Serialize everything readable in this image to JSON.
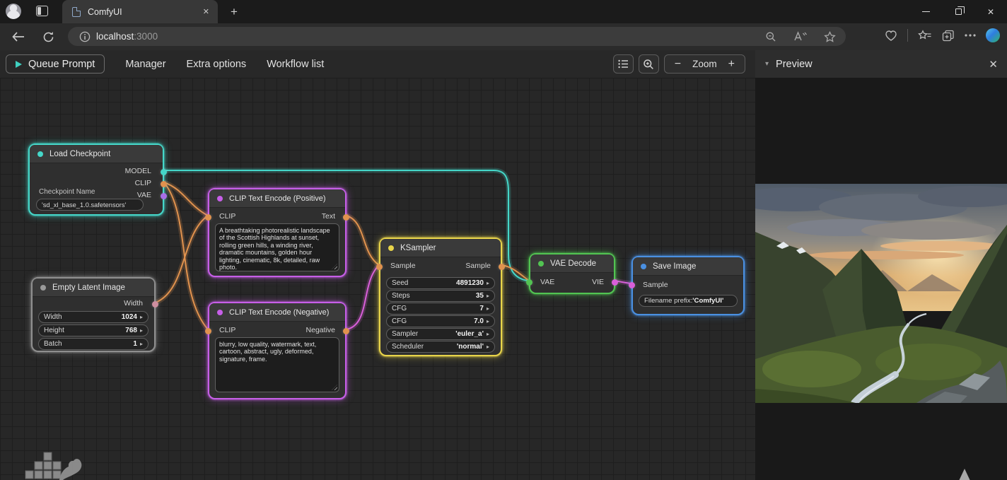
{
  "browser": {
    "tab": {
      "title": "ComfyUI"
    },
    "address": {
      "host": "localhost",
      "port": ":3000"
    }
  },
  "toolbar": {
    "queue_prompt": "Queue Prompt",
    "manager": "Manager",
    "extra_options": "Extra options",
    "workflow_list": "Workflow list",
    "zoom": {
      "minus": "−",
      "label": "Zoom",
      "plus": "+"
    }
  },
  "preview": {
    "title": "Preview"
  },
  "ui": {
    "caret_right": "▸",
    "dropdown_caret": "▾",
    "close": "✕",
    "new_tab": "+"
  },
  "colors": {
    "teal": "#45d7c9",
    "orange": "#e0924e",
    "purple_port": "#a86ee8",
    "node_purple": "#c75fe8",
    "magenta": "#d95fd9",
    "green": "#52c452",
    "blue": "#4a90e2",
    "yellow": "#e8d44a",
    "gray": "#9a9a9a",
    "latent_port": "#cf8fa0"
  },
  "nodes": {
    "load_checkpoint": {
      "title": "Load Checkpoint",
      "outputs": [
        "MODEL",
        "CLIP",
        "VAE"
      ],
      "widget_label": "Checkpoint Name",
      "widget_value": "'sd_xl_base_1.0.safetensors'"
    },
    "clip_positive": {
      "title": "CLIP Text Encode (Positive)",
      "input": "CLIP",
      "output": "Text",
      "text": "A breathtaking photorealistic landscape of the Scottish Highlands at sunset, rolling green hills, a winding river, dramatic mountains, golden hour lighting, cinematic, 8k, detailed, raw photo."
    },
    "clip_negative": {
      "title": "CLIP Text Encode (Negative)",
      "input": "CLIP",
      "output": "Negative",
      "text": "blurry, low quality, watermark, text, cartoon, abstract, ugly, deformed, signature, frame."
    },
    "empty_latent": {
      "title": "Empty Latent Image",
      "output": "Width",
      "widgets": [
        {
          "label": "Width",
          "value": "1024"
        },
        {
          "label": "Height",
          "value": "768"
        },
        {
          "label": "Batch",
          "value": "1"
        }
      ]
    },
    "ksampler": {
      "title": "KSampler",
      "input": "Sample",
      "output": "Sample",
      "widgets": [
        {
          "label": "Seed",
          "value": "4891230"
        },
        {
          "label": "Steps",
          "value": "35"
        },
        {
          "label": "CFG",
          "value": "7"
        },
        {
          "label": "CFG",
          "value": "7.0"
        },
        {
          "label": "Sampler",
          "value": "'euler_a'"
        },
        {
          "label": "Scheduler",
          "value": "'normal'"
        }
      ]
    },
    "vae_decode": {
      "title": "VAE Decode",
      "input": "VAE",
      "output": "VIE"
    },
    "save_image": {
      "title": "Save Image",
      "input": "Sample",
      "widget_label": "Filename prefix: ",
      "widget_value": "'ComfyUI'"
    }
  }
}
